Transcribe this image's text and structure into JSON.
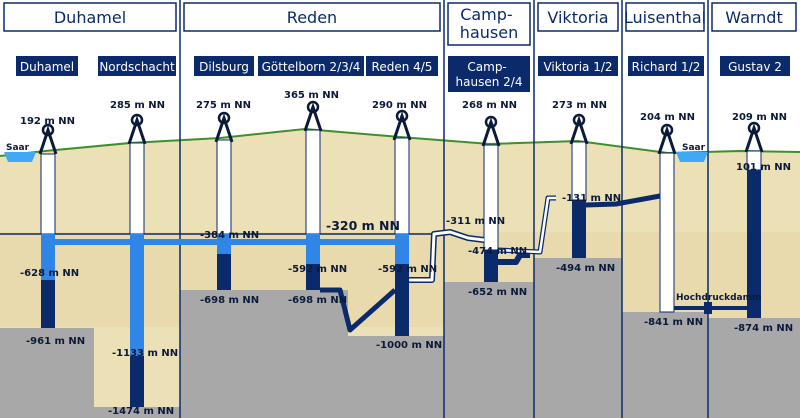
{
  "colors": {
    "sky": "#ffffff",
    "soil_light": "#ede0b8",
    "soil_dark": "#e2d09e",
    "rock": "#a9a9a9",
    "ground_line": "#3f8f2e",
    "shaft_white": "#ffffff",
    "water_light": "#2f86e6",
    "water_dark": "#0b2a6b",
    "title_border": "#0b2a6b",
    "tag_fill": "#0b2a6b",
    "river": "#3fa9f5"
  },
  "regions": [
    {
      "title": "Duhamel"
    },
    {
      "title": "Reden"
    },
    {
      "title": "Camp-\nhausen"
    },
    {
      "title": "Viktoria"
    },
    {
      "title": "Luisenthal"
    },
    {
      "title": "Warndt"
    }
  ],
  "shafts": [
    {
      "name": "Duhamel",
      "top_elev": "192 m NN",
      "mid_elev": "-628 m NN",
      "bottom_elev": "-961 m NN"
    },
    {
      "name": "Nordschacht",
      "top_elev": "285 m NN",
      "mid_elev": "-1133 m NN",
      "bottom_elev": "-1474 m NN"
    },
    {
      "name": "Dilsburg",
      "top_elev": "275 m NN",
      "mid_elev": "-384 m NN",
      "bottom_elev": "-698 m NN"
    },
    {
      "name": "Göttelborn 2/3/4",
      "top_elev": "365 m NN",
      "mid_elev": "-592 m NN",
      "bottom_elev": "-698 m NN"
    },
    {
      "name": "Reden 4/5",
      "top_elev": "290 m NN",
      "mid_elev": "-592 m NN",
      "bottom_elev": "-1000 m NN"
    },
    {
      "name": "Camp-\nhausen 2/4",
      "top_elev": "268 m NN",
      "mid_elev": "-474 m NN",
      "bottom_elev": "-652 m NN"
    },
    {
      "name": "Viktoria 1/2",
      "top_elev": "273 m NN",
      "mid_elev": "-131 m NN",
      "bottom_elev": "-494 m NN"
    },
    {
      "name": "Richard 1/2",
      "top_elev": "204 m NN",
      "mid_elev": "",
      "bottom_elev": "-841 m NN"
    },
    {
      "name": "Gustav 2",
      "top_elev": "209 m NN",
      "mid_elev": "101 m NN",
      "bottom_elev": "-874 m NN"
    }
  ],
  "labels": {
    "water_level": "-320 m NN",
    "link_level": "-311 m NN",
    "river_left": "Saar",
    "river_right": "Saar",
    "dam": "Hochdruckdamm"
  }
}
